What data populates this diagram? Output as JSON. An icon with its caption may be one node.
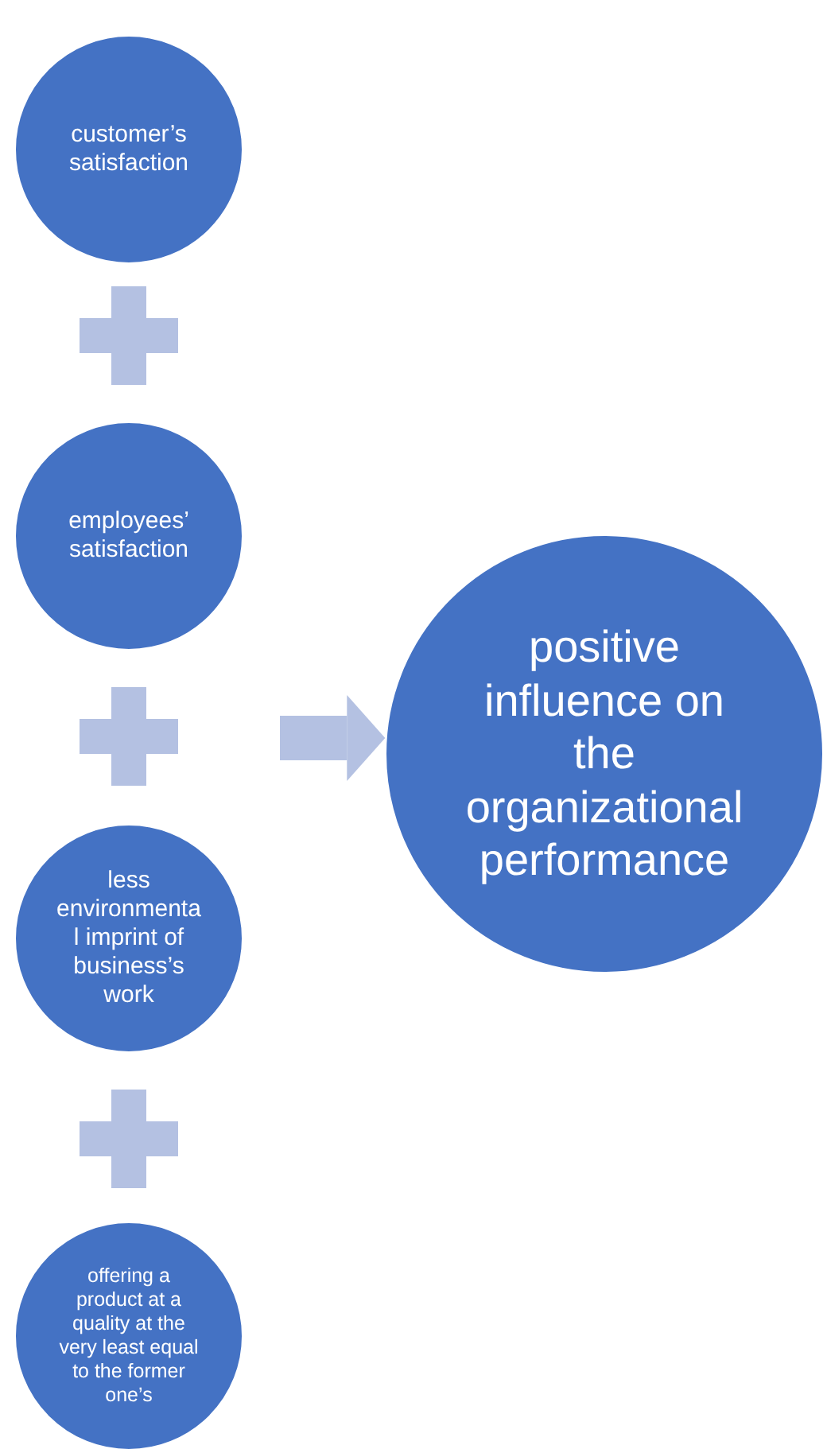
{
  "diagram": {
    "nodes": [
      {
        "text": [
          "customer’s satisfaction"
        ]
      },
      {
        "text": [
          "employees’ satisfaction"
        ]
      },
      {
        "text": [
          "less environmental imprint of business’s work"
        ]
      },
      {
        "text": [
          "offering a product at a quality at the very least equal to the former one’s"
        ]
      },
      {
        "text": [
          "positive influence on the organizational performance"
        ]
      }
    ],
    "edges": [
      {
        "from": null,
        "to": 4,
        "arrow": "to"
      }
    ]
  }
}
